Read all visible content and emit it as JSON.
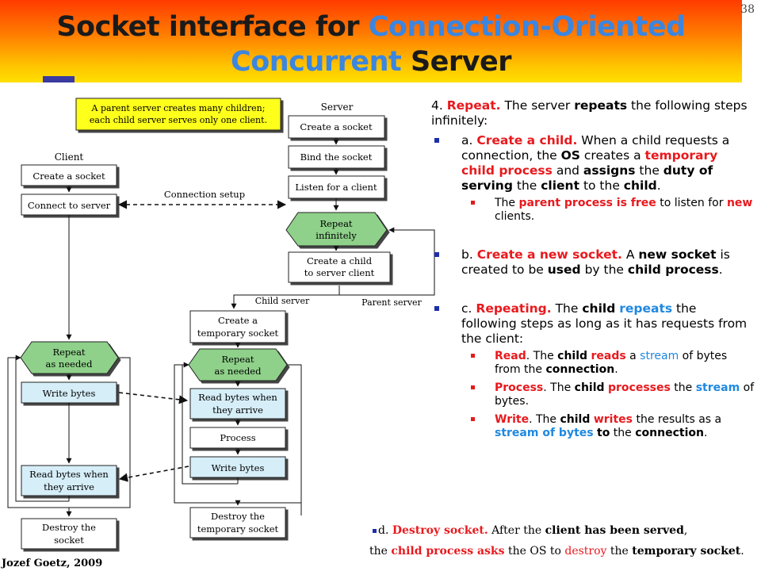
{
  "slide_number": "38",
  "title": {
    "line1_black": "Socket interface for ",
    "line1_blue": "Connection-Oriented",
    "line2_blue": "Concurrent ",
    "line2_black": "Server"
  },
  "footer": "Jozef Goetz, 2009",
  "diagram": {
    "note_line1": "A parent server creates many children;",
    "note_line2": "each child server serves only one client.",
    "server_label": "Server",
    "client_label": "Client",
    "server_create_socket": "Create a socket",
    "server_bind_socket": "Bind the socket",
    "server_listen": "Listen for a client",
    "repeat_inf_1": "Repeat",
    "repeat_inf_2": "infinitely",
    "create_child_1": "Create a child",
    "create_child_2": "to server client",
    "child_server_label": "Child server",
    "parent_server_label": "Parent server",
    "temp_socket_1": "Create a",
    "temp_socket_2": "temporary socket",
    "child_repeat_1": "Repeat",
    "child_repeat_2": "as needed",
    "child_read_1": "Read bytes when",
    "child_read_2": "they arrive",
    "child_process": "Process",
    "child_write": "Write bytes",
    "child_destroy_1": "Destroy the",
    "child_destroy_2": "temporary socket",
    "client_create_socket": "Create a socket",
    "client_connect": "Connect to server",
    "connection_setup": "Connection setup",
    "client_repeat_1": "Repeat",
    "client_repeat_2": "as needed",
    "client_write": "Write bytes",
    "client_read_1": "Read bytes when",
    "client_read_2": "they arrive",
    "client_destroy_1": "Destroy the",
    "client_destroy_2": "socket"
  },
  "text": {
    "p4_num": "4. ",
    "p4_repeat": "Repeat.",
    "p4_a": " The server ",
    "p4_repeats": "repeats",
    "p4_b": " the following steps infinitely:",
    "a_label": "a. ",
    "a_create": "Create a child.",
    "a_1": " When a child requests a connection, the ",
    "a_os": "OS",
    "a_2": " creates a ",
    "a_temp": "temporary child process",
    "a_3": " and ",
    "a_assigns": "assigns",
    "a_4": " the ",
    "a_duty": "duty of serving",
    "a_5": " the ",
    "a_client": "client",
    "a_6": " to the ",
    "a_child": "child",
    "a_7": ".",
    "a_sub_1": "The ",
    "a_sub_parent": "parent process is free",
    "a_sub_2": " to listen for ",
    "a_sub_new": "new",
    "a_sub_3": " clients.",
    "b_label": "b. ",
    "b_create": "Create a new socket.",
    "b_1": " A ",
    "b_new": "new socket",
    "b_2": " is created to be ",
    "b_used": "used",
    "b_3": " by the ",
    "b_child": "child process",
    "b_4": ".",
    "c_label": "c. ",
    "c_rep": "Repeating.",
    "c_1": " The ",
    "c_child": "child",
    "c_2": " ",
    "c_repeats": "repeats",
    "c_3": " the following steps as long as it has requests from the client:",
    "read_label": "Read",
    "read_1": ". The ",
    "read_child": "child",
    "read_2": " ",
    "read_reads": "reads",
    "read_3": " a ",
    "read_stream": "stream",
    "read_4": " of bytes from the ",
    "read_conn": "connection",
    "read_5": ".",
    "proc_label": "Process",
    "proc_1": ". The ",
    "proc_child": "child",
    "proc_2": " ",
    "proc_processes": "processes",
    "proc_3": " the ",
    "proc_stream": "stream",
    "proc_4": " of bytes.",
    "write_label": "Write",
    "write_1": ". The ",
    "write_child": "child",
    "write_2": " ",
    "write_writes": "writes",
    "write_3": " the results as a ",
    "write_stream": "stream of bytes",
    "write_4": " ",
    "write_to": "to",
    "write_5": " the ",
    "write_conn": "connection",
    "write_6": ".",
    "d_label": "d. ",
    "d_destroy": "Destroy socket.",
    "d_1": " After the ",
    "d_served": "client has been served",
    "d_2": ",",
    "e_1": "the ",
    "e_child": "child process asks",
    "e_2": " the OS to ",
    "e_destroy": "destroy",
    "e_3": " the ",
    "e_temp": "temporary socket",
    "e_4": "."
  },
  "colors": {
    "box_fill": "#d6eef8",
    "diamond_fill": "#8fd18a",
    "note_fill": "#ffff1a",
    "title_blue": "#3b86e0",
    "highlight_red": "#e8191d"
  }
}
